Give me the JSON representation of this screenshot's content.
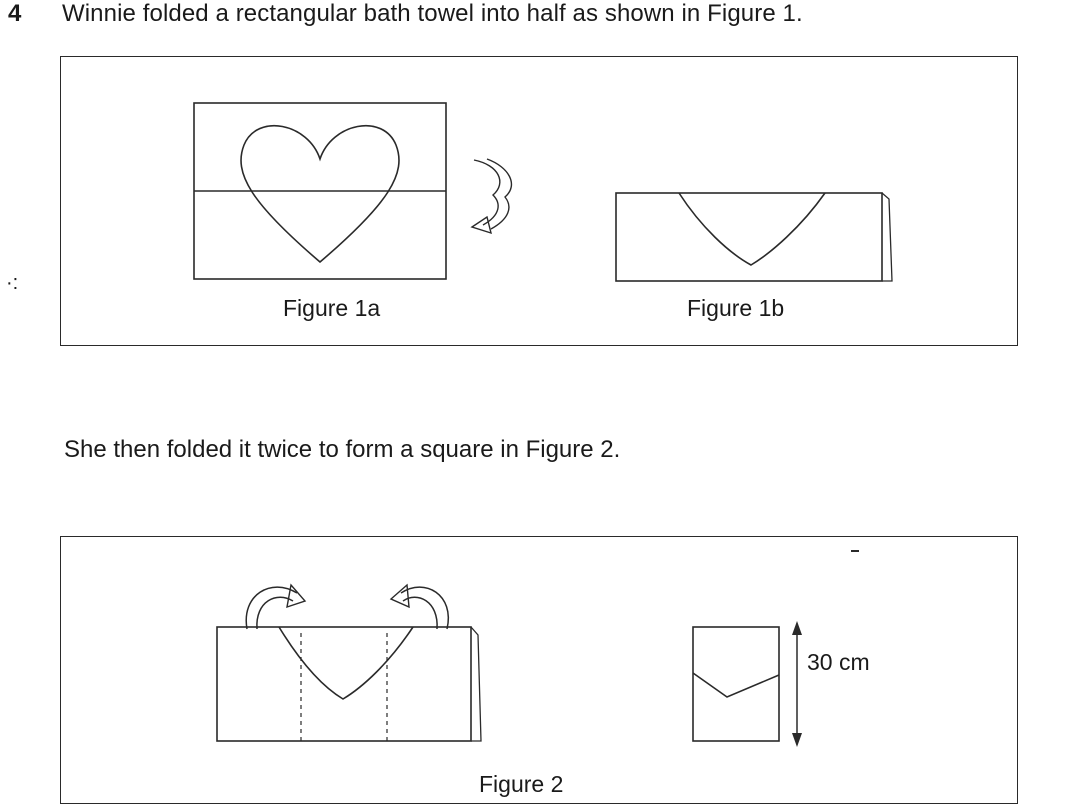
{
  "question": {
    "number": "4",
    "text1": "Winnie folded a rectangular bath towel into half as shown in Figure 1.",
    "text2": "She then folded it twice to form a square in Figure 2."
  },
  "figure1": {
    "caption_a": "Figure 1a",
    "caption_b": "Figure 1b"
  },
  "figure2": {
    "caption": "Figure 2",
    "dimension_label": "30 cm"
  },
  "stray_mark": "·:"
}
